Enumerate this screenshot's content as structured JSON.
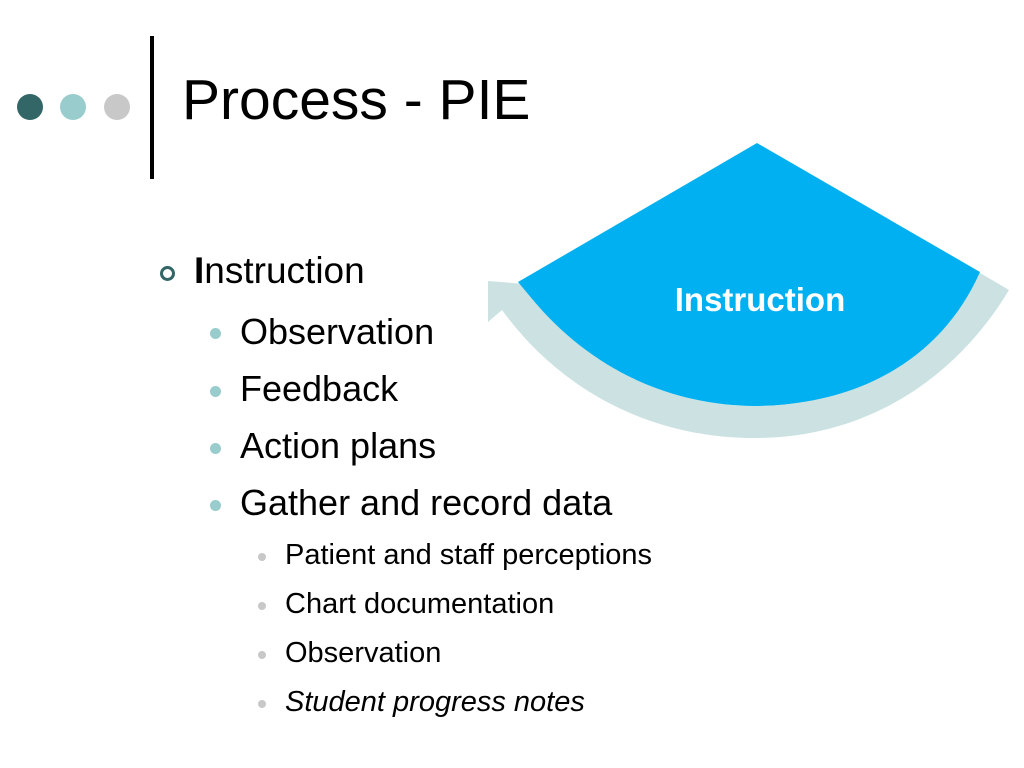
{
  "decor": {
    "dot_colors": [
      "#336666",
      "#99CCCC",
      "#C8C8C8"
    ]
  },
  "title": "Process - PIE",
  "diagram": {
    "label": "Instruction",
    "fill_color": "#00B0F0",
    "arrow_color": "#CCE2E2"
  },
  "outline": {
    "level1": {
      "initial": "I",
      "rest": "nstruction"
    },
    "level2": [
      "Observation",
      "Feedback",
      "Action plans",
      "Gather and record data"
    ],
    "level3": [
      "Patient and staff perceptions",
      "Chart documentation",
      "Observation",
      "Student progress notes"
    ]
  }
}
